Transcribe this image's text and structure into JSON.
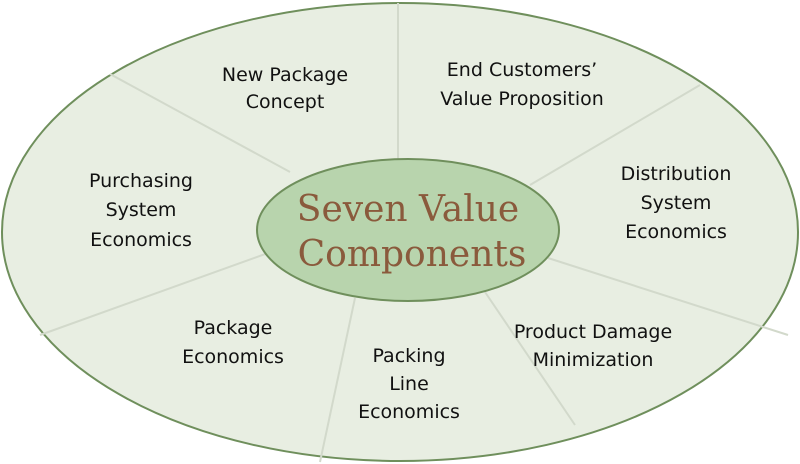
{
  "center": {
    "line1": "Seven Value",
    "line2": "Components"
  },
  "segments": {
    "new_package_concept": {
      "line1": "New Package",
      "line2": "Concept"
    },
    "end_customers_value": {
      "line1": "End Customers’",
      "line2": "Value Proposition"
    },
    "distribution_system": {
      "line1": "Distribution",
      "line2": "System",
      "line3": "Economics"
    },
    "product_damage": {
      "line1": "Product Damage",
      "line2": "Minimization"
    },
    "packing_line": {
      "line1": "Packing",
      "line2": "Line",
      "line3": "Economics"
    },
    "package_economics": {
      "line1": "Package",
      "line2": "Economics"
    },
    "purchasing_system": {
      "line1": "Purchasing",
      "line2": "System",
      "line3": "Economics"
    }
  },
  "colors": {
    "outer_fill": "#e8eee2",
    "outer_stroke": "#6f8f5c",
    "center_fill": "#b8d4ad",
    "center_stroke": "#6f8f5c",
    "divider": "#d2d9cb",
    "center_text": "#8a5a3c"
  }
}
